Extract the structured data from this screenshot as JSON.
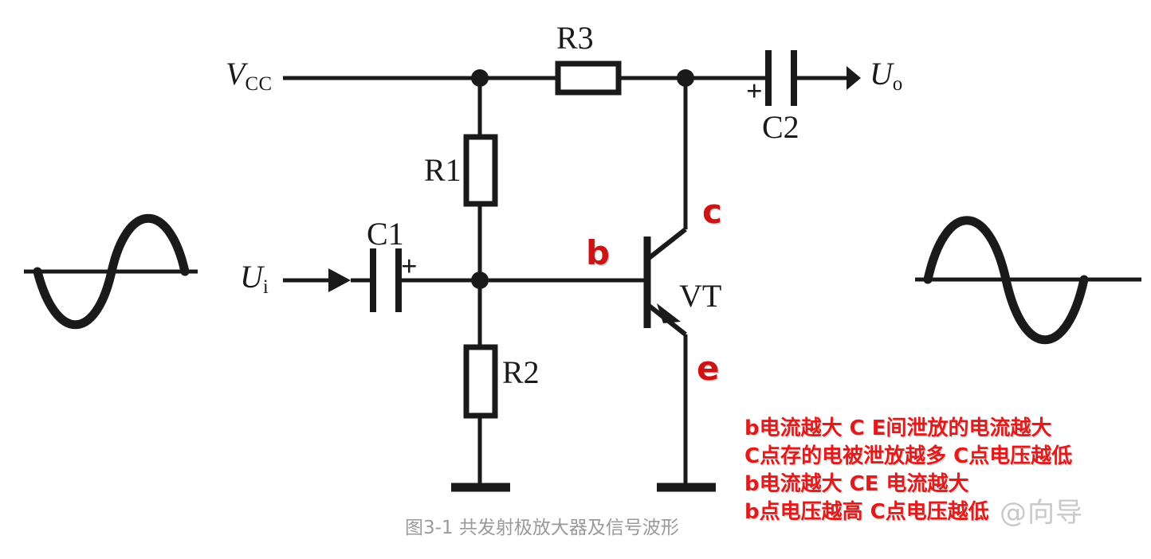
{
  "figure": {
    "caption": "图3-1 共发射极放大器及信号波形",
    "watermark": "@向导"
  },
  "circuit": {
    "supply_label": "V",
    "supply_sub": "CC",
    "input_label": "U",
    "input_sub": "i",
    "output_label": "U",
    "output_sub": "o",
    "components": {
      "r1": "R1",
      "r2": "R2",
      "r3": "R3",
      "c1": "C1",
      "c2": "C2",
      "transistor": "VT",
      "c1_polarity": "+",
      "c2_polarity": "+"
    },
    "pins": {
      "base": "b",
      "collector": "c",
      "emitter": "e"
    },
    "pin_color": "#cc1414",
    "wire_color": "#1a1a1a"
  },
  "waveforms": {
    "input": {
      "name": "input-sine-waveform",
      "phase": "negative-first",
      "description": "sine wave starting with negative half cycle"
    },
    "output": {
      "name": "output-sine-waveform",
      "phase": "positive-first",
      "description": "inverted sine wave starting with positive half cycle"
    }
  },
  "annotation": {
    "color": "#e01b1b",
    "lines": [
      "b电流越大 C E间泄放的电流越大",
      "C点存的电被泄放越多 C点电压越低",
      "b电流越大 CE 电流越大",
      "b点电压越高  C点电压越低"
    ]
  }
}
